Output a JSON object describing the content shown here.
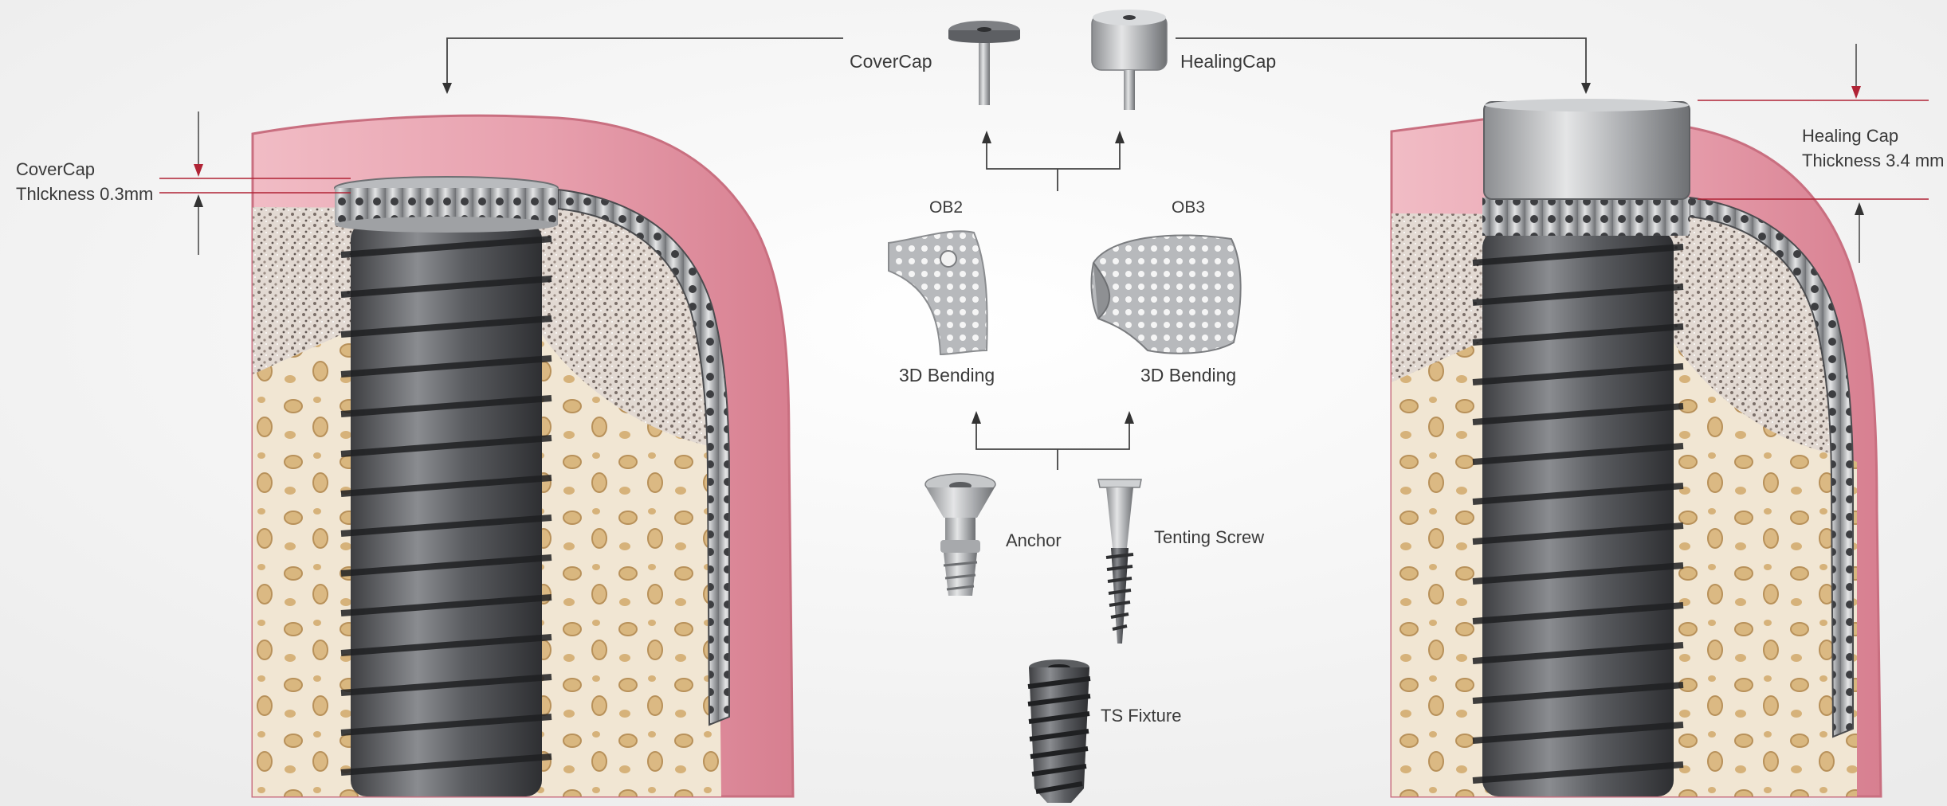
{
  "labels": {
    "cover_cap": "CoverCap",
    "healing_cap": "HealingCap",
    "ob2": "OB2",
    "ob3": "OB3",
    "bending_left": "3D Bending",
    "bending_right": "3D Bending",
    "anchor": "Anchor",
    "tenting_screw": "Tenting Screw",
    "ts_fixture": "TS Fixture"
  },
  "dimensions": {
    "cover_cap_line1": "CoverCap",
    "cover_cap_line2": "Thlckness 0.3mm",
    "healing_cap_line1": "Healing Cap",
    "healing_cap_line2": "Thickness 3.4 mm"
  },
  "colors": {
    "gum": "#e8a7b2",
    "bone_graft": "#d8cdc5",
    "bone": "#efe4d2",
    "metal": "#6a6c70",
    "dimension_arrow": "#b02335",
    "connector": "#444444"
  }
}
